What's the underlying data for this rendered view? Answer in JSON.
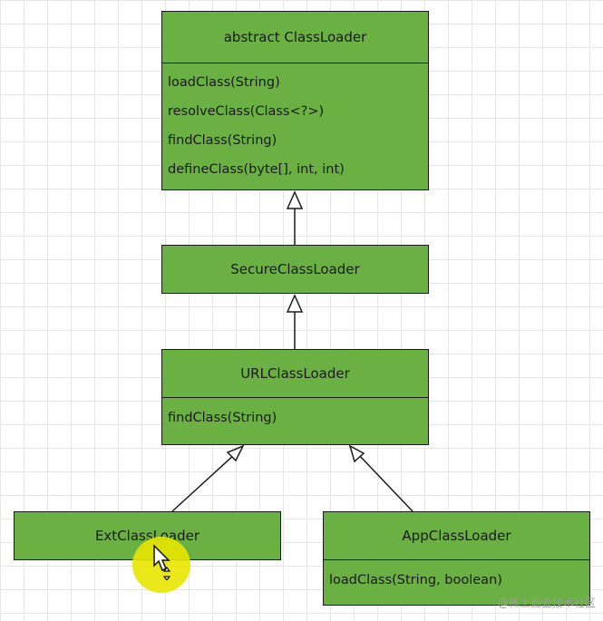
{
  "classes": {
    "classloader": {
      "name": "abstract ClassLoader",
      "methods": [
        "loadClass(String)",
        "resolveClass(Class<?>)",
        "findClass(String)",
        "defineClass(byte[], int, int)"
      ]
    },
    "secure": {
      "name": "SecureClassLoader"
    },
    "url": {
      "name": "URLClassLoader",
      "methods": [
        "findClass(String)"
      ]
    },
    "ext": {
      "name": "ExtClassLoader"
    },
    "app": {
      "name": "AppClassLoader",
      "methods": [
        "loadClass(String, boolean)"
      ]
    }
  },
  "watermark": "@稀土掘金技术社区",
  "colors": {
    "box_fill": "#6ab042",
    "border": "#1a1a1a",
    "highlight": "#e8e600"
  }
}
